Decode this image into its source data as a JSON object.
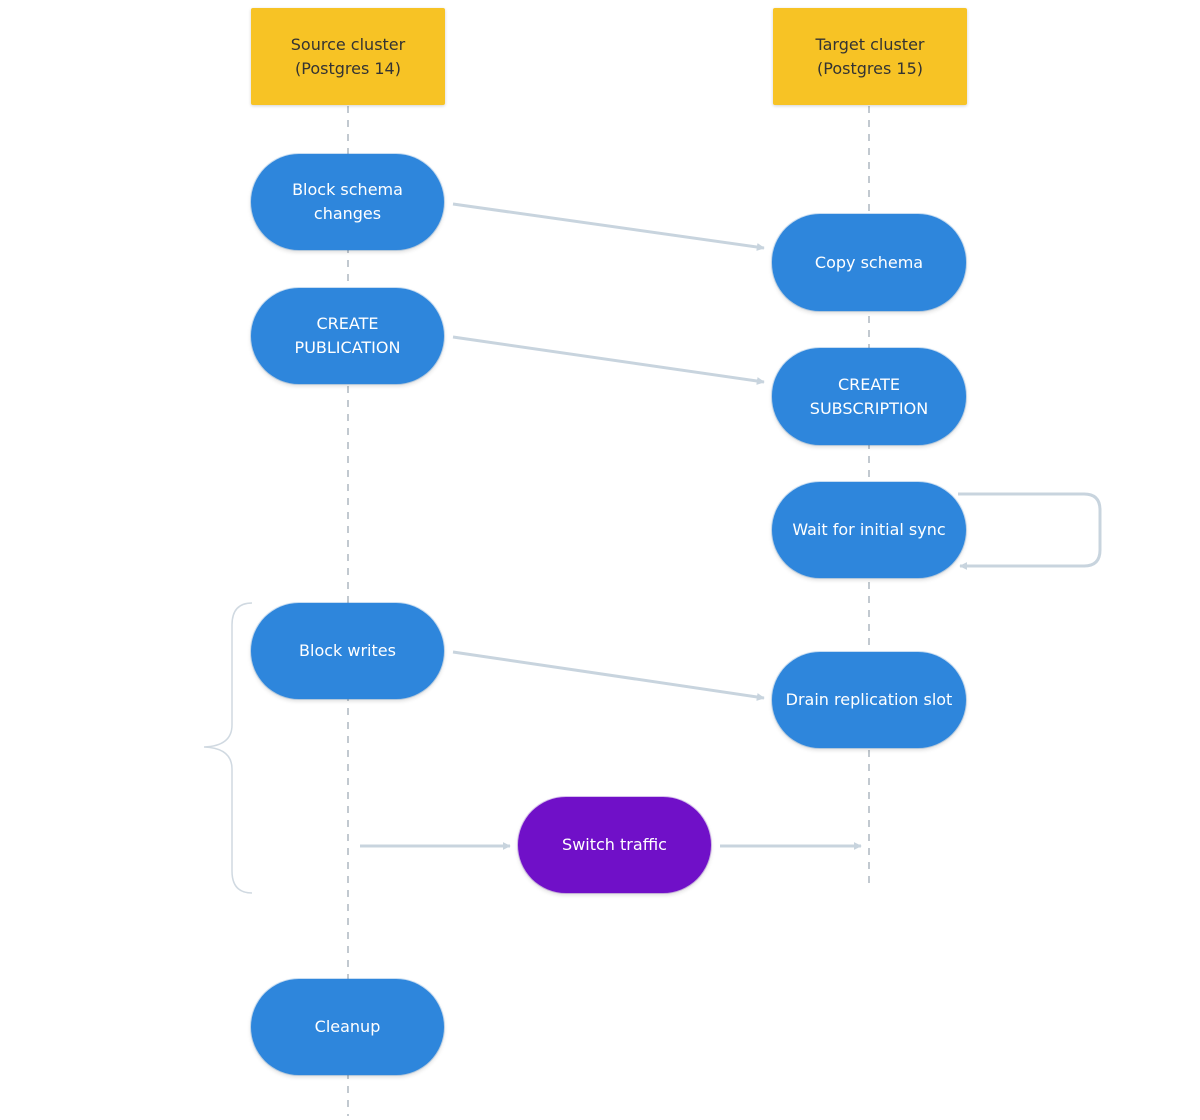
{
  "diagram": {
    "lanes": {
      "source": "Source cluster\n(Postgres 14)",
      "target": "Target cluster\n(Postgres 15)"
    },
    "steps": {
      "block_schema": "Block schema\nchanges",
      "copy_schema": "Copy schema",
      "create_publication": "CREATE\nPUBLICATION",
      "create_subscription": "CREATE\nSUBSCRIPTION",
      "wait_sync": "Wait for initial sync",
      "block_writes": "Block writes",
      "drain_slot": "Drain replication slot",
      "switch_traffic": "Switch traffic",
      "cleanup": "Cleanup"
    },
    "colors": {
      "lane_header": "#f7c325",
      "step": "#2e86dc",
      "highlight_step": "#7010c8",
      "lifeline": "#c2c9d0",
      "arrow": "#c8d4de"
    }
  }
}
